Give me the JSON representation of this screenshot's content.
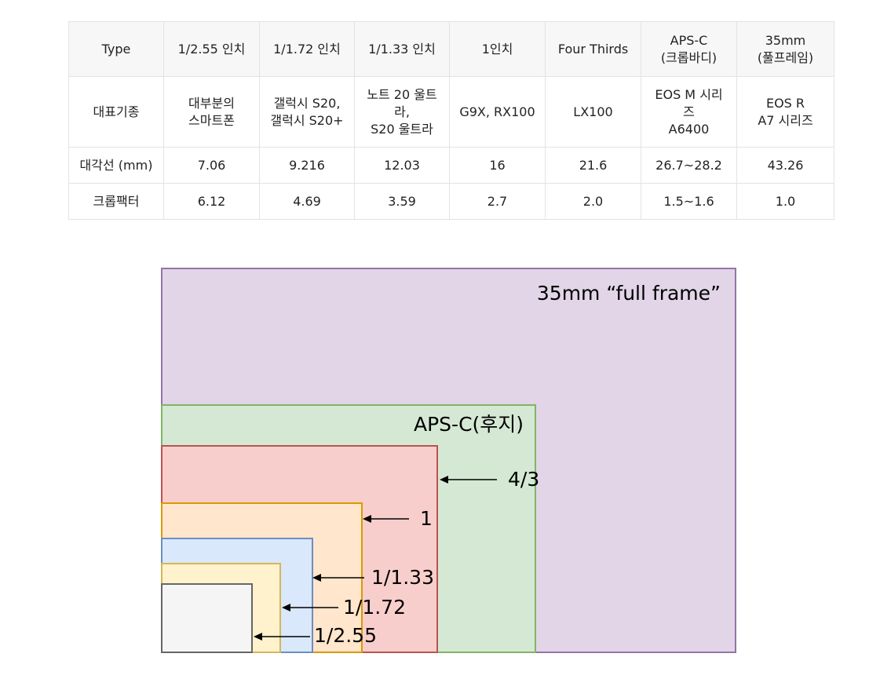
{
  "table": {
    "rows": [
      {
        "header": "Type",
        "cells": [
          "1/2.55 인치",
          "1/1.72 인치",
          "1/1.33 인치",
          "1인치",
          "Four Thirds",
          "APS-C\n(크롭바디)",
          "35mm\n(풀프레임)"
        ]
      },
      {
        "header": "대표기종",
        "cells": [
          "대부분의\n스마트폰",
          "갤럭시 S20,\n갤럭시 S20+",
          "노트 20 울트\n라,\nS20 울트라",
          "G9X, RX100",
          "LX100",
          "EOS M 시리\n즈\nA6400",
          "EOS R\nA7 시리즈"
        ]
      },
      {
        "header": "대각선 (mm)",
        "cells": [
          "7.06",
          "9.216",
          "12.03",
          "16",
          "21.6",
          "26.7~28.2",
          "43.26"
        ]
      },
      {
        "header": "크롭팩터",
        "cells": [
          "6.12",
          "4.69",
          "3.59",
          "2.7",
          "2.0",
          "1.5~1.6",
          "1.0"
        ]
      }
    ]
  },
  "diagram": {
    "labels": {
      "full_frame": "35mm “full frame”",
      "apsc": "APS-C(후지)",
      "four_thirds": "4/3",
      "one_inch": "1",
      "one_133": "1/1.33",
      "one_172": "1/1.72",
      "one_255": "1/2.55"
    },
    "colors": {
      "full_frame_fill": "#e1d5e7",
      "full_frame_stroke": "#9673a6",
      "apsc_fill": "#d5e8d4",
      "apsc_stroke": "#82b366",
      "four_thirds_fill": "#f8cecc",
      "four_thirds_stroke": "#b85450",
      "one_inch_fill": "#ffe6cc",
      "one_inch_stroke": "#d79b00",
      "one_133_fill": "#dae8fc",
      "one_133_stroke": "#6c8ebf",
      "one_172_fill": "#fff2cc",
      "one_172_stroke": "#d6b656",
      "one_255_fill": "#f5f5f5",
      "one_255_stroke": "#666666"
    }
  }
}
